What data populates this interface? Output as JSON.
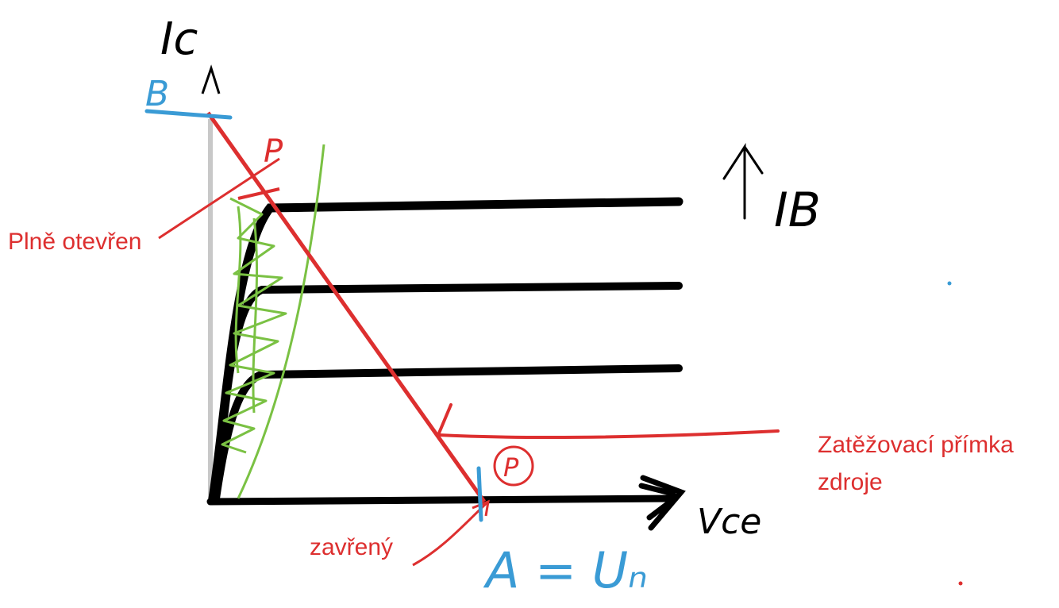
{
  "labels": {
    "fully_open": "Plně otevřen",
    "load_line_line1": "Zatěžovací přímka",
    "load_line_line2": "zdroje",
    "closed": "zavřený"
  },
  "handwriting": {
    "y_axis": "Ic",
    "x_axis": "Vce",
    "base_current": "IB",
    "top_point": "B",
    "bottom_point": "A = Uₙ",
    "point_p_top": "P",
    "point_p_bottom": "P"
  },
  "colors": {
    "red": "#dd2f2f",
    "green": "#7ac143",
    "blue": "#3a9bd5",
    "black": "#000000"
  }
}
